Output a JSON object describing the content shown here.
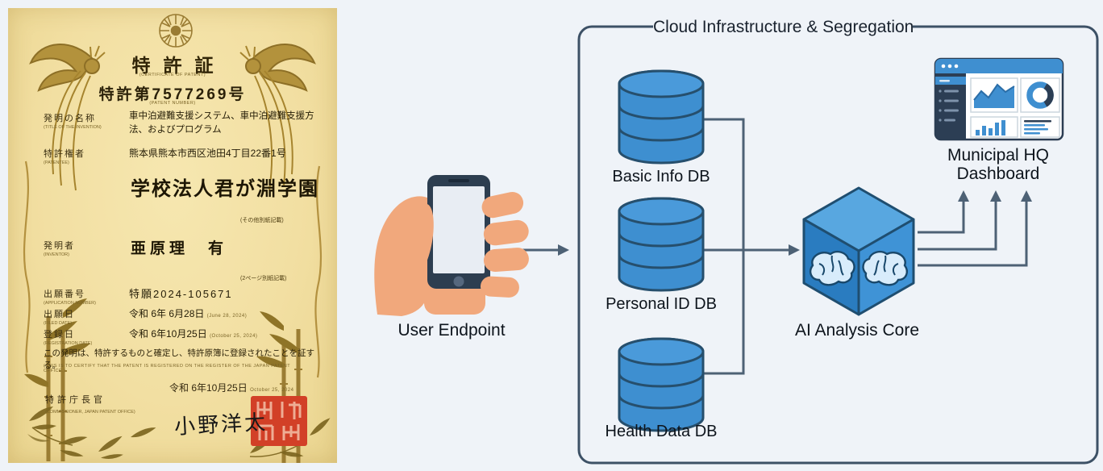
{
  "certificate": {
    "title": "特許証",
    "title_en": "(CERTIFICATE OF PATENT)",
    "patent_number": "特許第7577269号",
    "patent_number_en": "(PATENT NUMBER)",
    "rows": [
      {
        "label": "発明の名称",
        "label_en": "(TITLE OF THE INVENTION)",
        "value": "車中泊避難支援システム、車中泊避難支援方法、およびプログラム"
      },
      {
        "label": "特許権者",
        "label_en": "(PATENTEE)",
        "value": "熊本県熊本市西区池田4丁目22番1号"
      },
      {
        "label": "発明者",
        "label_en": "(INVENTOR)",
        "value": "亜原理　有"
      },
      {
        "label": "出願番号",
        "label_en": "(APPLICATION NUMBER)",
        "value": "特願2024-105671"
      },
      {
        "label": "出願日",
        "label_en": "(FILED DATE)",
        "value": "令和 6年 6月28日",
        "value_en": "(June 28, 2024)"
      },
      {
        "label": "登録日",
        "label_en": "(REGISTRATION DATE)",
        "value": "令和 6年10月25日",
        "value_en": "(October 25, 2024)"
      }
    ],
    "patentee_name": "学校法人君が淵学園",
    "note_other": "(その他別紙記載)",
    "note_page2": "(2ページ別紙記載)",
    "certify_jp": "この発明は、特許するものと確定し、特許原簿に登録されたことを証する。",
    "certify_en": "(THIS IS TO CERTIFY THAT THE PATENT IS REGISTERED ON THE REGISTER OF THE JAPAN PATENT OFFICE.)",
    "issue_date": "令和 6年10月25日",
    "issue_date_en": "October 25, 2024",
    "commissioner": "特許庁長官",
    "commissioner_en": "(COMMISSIONER, JAPAN PATENT OFFICE)",
    "signature": "小野洋太",
    "colors": {
      "paper": "#f2dfa2",
      "gold": "#a8842f",
      "seal_red": "#d24027"
    }
  },
  "diagram": {
    "cloud_title": "Cloud Infrastructure & Segregation",
    "user_endpoint_label": "User Endpoint",
    "databases": [
      {
        "label": "Basic Info DB"
      },
      {
        "label": "Personal ID DB"
      },
      {
        "label": "Health Data DB"
      }
    ],
    "ai_core_label": "AI Analysis Core",
    "dashboard_label_line1": "Municipal HQ",
    "dashboard_label_line2": "Dashboard",
    "icons": {
      "database": "blue-cylinder",
      "ai_core": "blue-cube-with-brain",
      "dashboard": "browser-window-with-charts",
      "user_endpoint": "hand-holding-smartphone"
    },
    "colors": {
      "background": "#eff3f8",
      "node_blue": "#3e8fd0",
      "node_stroke": "#264f6d",
      "connector": "#4d6175",
      "box_border": "#3d5166",
      "sidebar_dark": "#2c3e54"
    }
  }
}
